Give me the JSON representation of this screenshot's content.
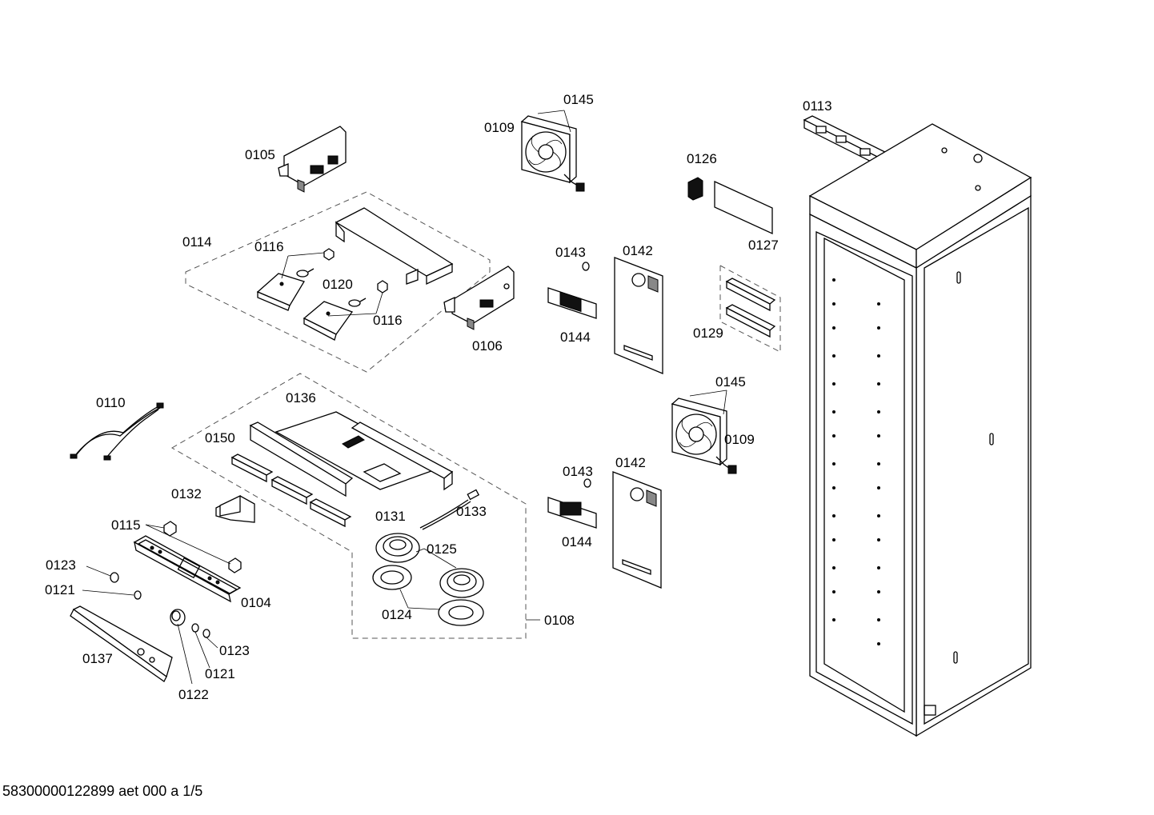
{
  "labels": {
    "l0105": "0105",
    "l0114": "0114",
    "l0116a": "0116",
    "l0120": "0120",
    "l0116b": "0116",
    "l0106": "0106",
    "l0145a": "0145",
    "l0109a": "0109",
    "l0126": "0126",
    "l0127": "0127",
    "l0113": "0113",
    "l0143a": "0143",
    "l0142a": "0142",
    "l0144a": "0144",
    "l0129": "0129",
    "l0110": "0110",
    "l0136": "0136",
    "l0150": "0150",
    "l0145b": "0145",
    "l0109b": "0109",
    "l0132": "0132",
    "l0131": "0131",
    "l0133": "0133",
    "l0143b": "0143",
    "l0142b": "0142",
    "l0115": "0115",
    "l0125": "0125",
    "l0144b": "0144",
    "l0123a": "0123",
    "l0121a": "0121",
    "l0104": "0104",
    "l0124": "0124",
    "l0108": "0108",
    "l0137": "0137",
    "l0123b": "0123",
    "l0121b": "0121",
    "l0122": "0122"
  },
  "footer": {
    "text": "58300000122899 aet 000 a 1/5"
  }
}
